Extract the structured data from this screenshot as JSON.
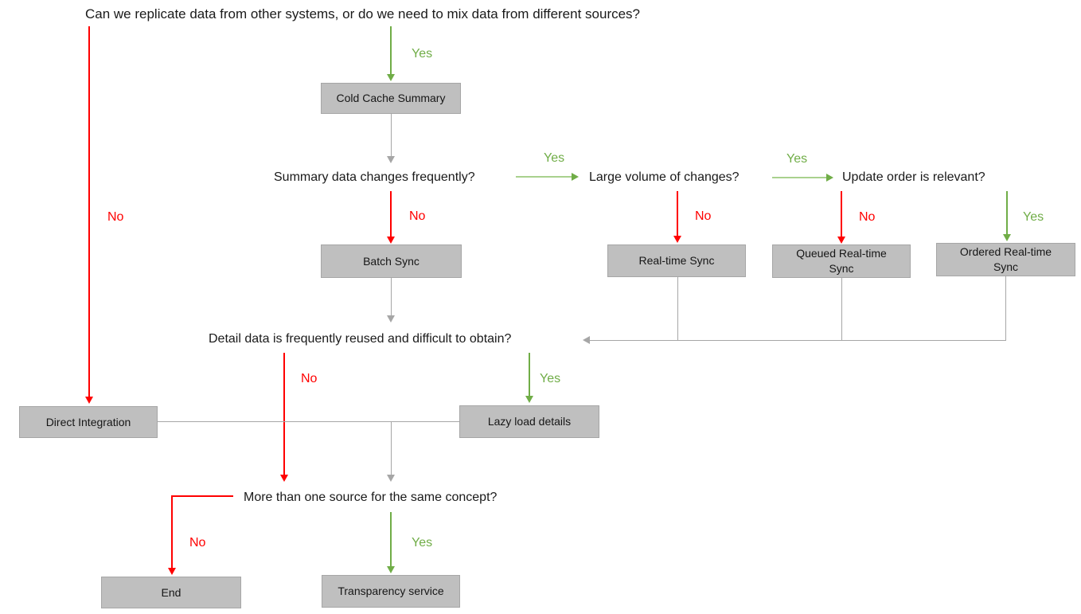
{
  "diagram": {
    "questions": {
      "replicate": "Can we replicate data from other systems, or do we need to mix data from different sources?",
      "summary_changes": "Summary data changes frequently?",
      "large_volume": "Large volume of changes?",
      "update_order": "Update order is relevant?",
      "detail_reuse": "Detail data is frequently reused and difficult to obtain?",
      "multiple_sources": "More than one source for the same concept?"
    },
    "nodes": {
      "cold_cache": "Cold Cache Summary",
      "batch_sync": "Batch Sync",
      "realtime_sync": "Real-time Sync",
      "queued_realtime_sync": "Queued Real-time Sync",
      "ordered_realtime_sync": "Ordered Real-time Sync",
      "direct_integration": "Direct Integration",
      "lazy_load": "Lazy load details",
      "end": "End",
      "transparency": "Transparency service"
    },
    "labels": {
      "yes": "Yes",
      "no": "No"
    },
    "colors": {
      "yes_green": "#70AD47",
      "yes_green_light": "#A9D18E",
      "no_red": "#FF0000",
      "connector_gray": "#A6A6A6",
      "node_fill": "#BFBFBF",
      "node_border": "#A6A6A6",
      "text": "#1A1A1A",
      "background": "#FFFFFF"
    }
  }
}
